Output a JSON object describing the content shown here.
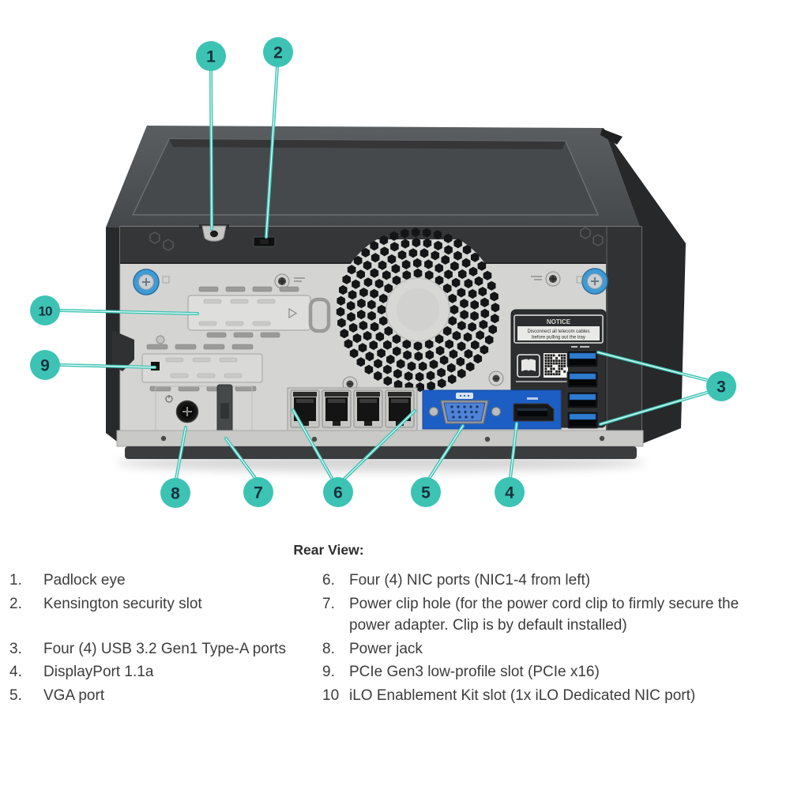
{
  "colors": {
    "accent": "#3CC3B4",
    "badge_text": "#17313D",
    "chassis_dark": "#343638",
    "panel_silver": "#D4D4D2",
    "io_blue": "#1D5EC4",
    "usb_blue": "#2E7BD0",
    "text": "#3C3C3C"
  },
  "figure": {
    "caption": "Rear View:",
    "badges": [
      "1",
      "2",
      "3",
      "4",
      "5",
      "6",
      "7",
      "8",
      "9",
      "10"
    ],
    "notice": {
      "title": "NOTICE",
      "line1": "Disconnect all telecom cables",
      "line2": "before pulling out the tray"
    }
  },
  "legend": {
    "left": [
      {
        "num": "1.",
        "text": "Padlock eye"
      },
      {
        "num": "2.",
        "text": "Kensington security slot"
      },
      {
        "num": "3.",
        "text": "Four (4) USB 3.2 Gen1 Type-A ports"
      },
      {
        "num": "4.",
        "text": "DisplayPort 1.1a"
      },
      {
        "num": "5.",
        "text": "VGA port"
      }
    ],
    "right": [
      {
        "num": "6.",
        "text": "Four (4) NIC ports (NIC1-4 from left)"
      },
      {
        "num": "7.",
        "text": "Power clip hole (for the power cord clip to firmly secure the power adapter. Clip is by default installed)"
      },
      {
        "num": "8.",
        "text": "Power jack"
      },
      {
        "num": "9.",
        "text": "PCIe Gen3 low-profile slot (PCIe x16)"
      },
      {
        "num": "10",
        "text": "iLO Enablement Kit slot (1x iLO Dedicated NIC port)"
      }
    ]
  }
}
